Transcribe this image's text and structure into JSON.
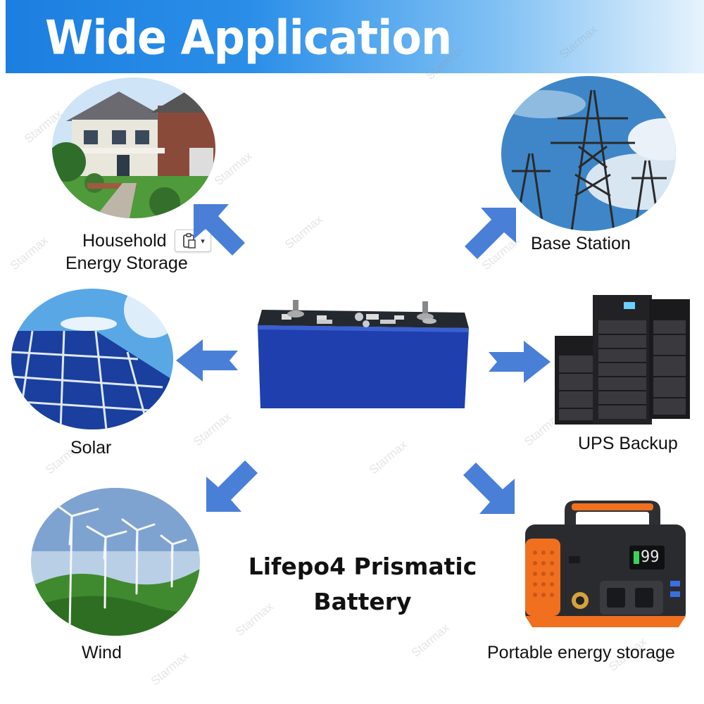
{
  "banner": {
    "title": "Wide Application"
  },
  "watermark": "Starmax",
  "applications": {
    "household": {
      "line1": "Household",
      "line2": "Energy Storage"
    },
    "base_station": {
      "label": "Base Station"
    },
    "solar": {
      "label": "Solar"
    },
    "ups": {
      "label": "UPS Backup"
    },
    "wind": {
      "label": "Wind"
    },
    "portable": {
      "label": "Portable energy storage",
      "display": "99"
    }
  },
  "caption": {
    "line1": "Lifepo4 Prismatic",
    "line2": "Battery"
  },
  "colors": {
    "banner_blue": "#1c7fe0",
    "arrow_blue": "#4a7fd8",
    "battery_blue": "#1838a8",
    "orange": "#f07020"
  },
  "icons": {
    "paste_options": "clipboard-paste-icon"
  }
}
